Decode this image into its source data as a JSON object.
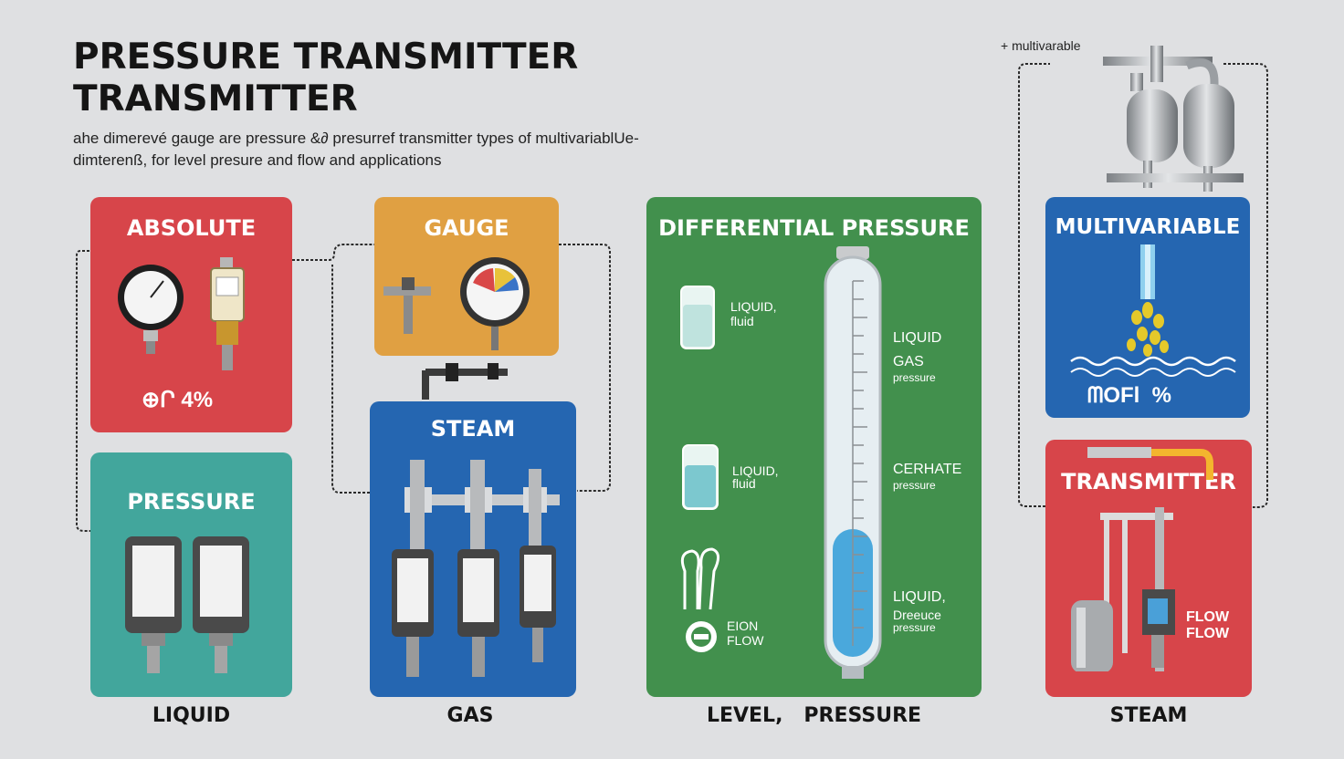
{
  "header": {
    "title_line1": "PRESSURE TRANSMITTER",
    "title_line2": "TRANSMITTER",
    "subtitle_line1": "ahe dimerevé gauge are pressure &∂ presurref transmitter types of multivariablUe-",
    "subtitle_line2": "dimterenß, for level presure and flow and applications",
    "note": "+ multivarable"
  },
  "panels": {
    "absolute": {
      "title": "ABSOLUTE",
      "footer": "⊕Ր 4%"
    },
    "gauge": {
      "title": "GAUGE"
    },
    "pressure": {
      "title": "PRESSURE",
      "caption": "LIQUID"
    },
    "steam": {
      "title": "STEAM",
      "caption": "GAS"
    },
    "differential": {
      "title": "DIFFERENTIAL PRESSURE",
      "caption": "LEVEL,   PRESSURE",
      "left_labels": [
        "LIQUID,",
        "fluid",
        "LIQUID,",
        "fluid",
        "EION",
        "FLOW"
      ],
      "right_labels": [
        "LIQUID",
        "GAS",
        "pressure",
        "CERHATE",
        "pressure",
        "LIQUID,",
        "Dreeuce",
        "pressure"
      ]
    },
    "multivariable": {
      "title": "MULTIVARIABLE",
      "footer": "ᗰOFl  %"
    },
    "transmitter": {
      "title": "TRANSMITTER",
      "caption": "STEAM",
      "flow_labels": [
        "FLOW",
        "FLOW"
      ]
    }
  },
  "colors": {
    "background": "#dfe0e2",
    "red": "#d7454a",
    "orange": "#e0a042",
    "teal": "#42a69c",
    "blue": "#2566b1",
    "green": "#42904d"
  },
  "icons": [
    "pressure-gauge-icon",
    "transmitter-icon",
    "tank-icon",
    "flow-icon",
    "liquid-level-tube-icon"
  ]
}
